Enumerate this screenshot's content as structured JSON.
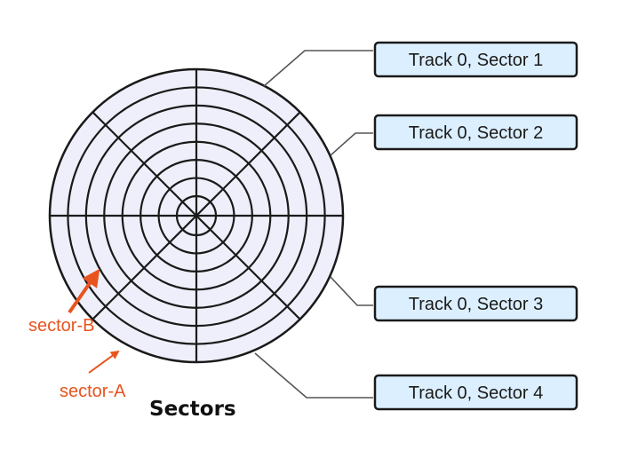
{
  "labels": {
    "sector1": "Track 0, Sector 1",
    "sector2": "Track 0, Sector 2",
    "sector3": "Track 0, Sector 3",
    "sector4": "Track 0, Sector 4"
  },
  "caption": "Sectors",
  "annotations": {
    "sector_b": "sector-B",
    "sector_a": "sector-A"
  },
  "colors": {
    "disk_fill": "#eeeffa",
    "label_fill": "#dcefff",
    "annotation": "#e8541e",
    "ink": "#1a1a1a"
  },
  "disk": {
    "track_count": 7,
    "sector_count": 8
  }
}
